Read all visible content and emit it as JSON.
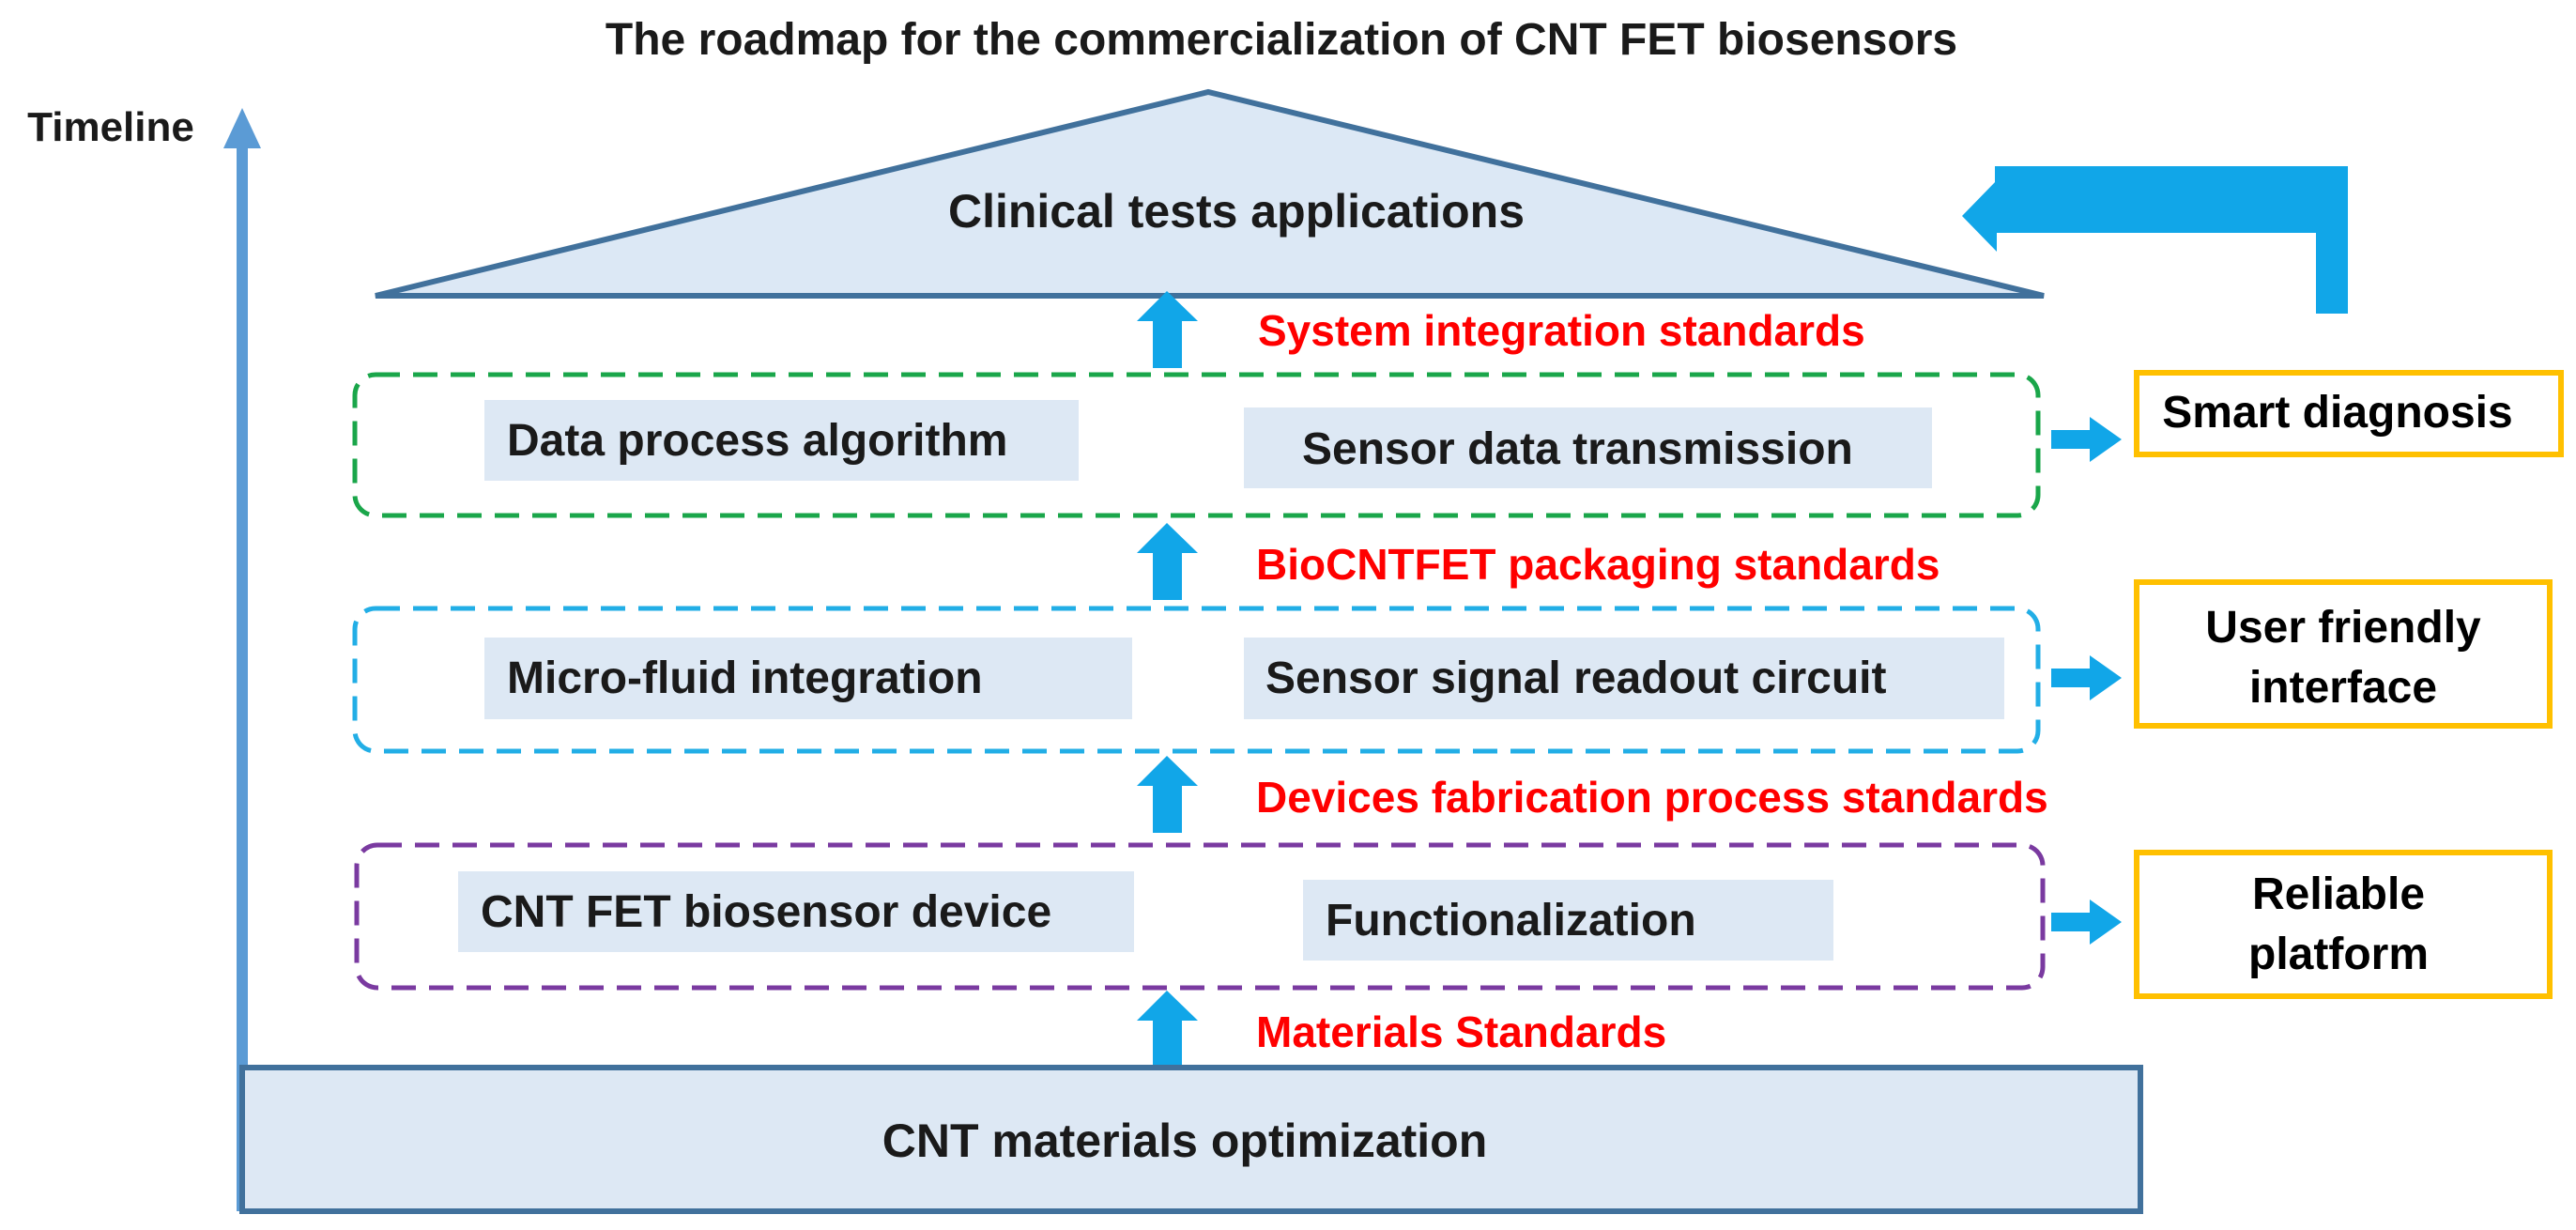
{
  "title": "The roadmap for the commercialization of CNT FET biosensors",
  "timeline_label": "Timeline",
  "roof": {
    "label": "Clinical tests applications"
  },
  "base": {
    "label": "CNT materials optimization"
  },
  "standards": [
    "System integration standards",
    "BioCNTFET packaging standards",
    "Devices fabrication process standards",
    "Materials Standards"
  ],
  "layers": [
    {
      "name": "system-layer",
      "border_color": "#1aa64a",
      "items": [
        "Data process algorithm",
        "Sensor data transmission"
      ]
    },
    {
      "name": "packaging-layer",
      "border_color": "#22aee6",
      "items": [
        "Micro-fluid integration",
        "Sensor signal readout circuit"
      ]
    },
    {
      "name": "device-layer",
      "border_color": "#7a3aa0",
      "items": [
        "CNT FET biosensor device",
        "Functionalization"
      ]
    }
  ],
  "outcomes": [
    {
      "lines": [
        "Smart diagnosis"
      ]
    },
    {
      "lines": [
        "User friendly",
        "interface"
      ]
    },
    {
      "lines": [
        "Reliable",
        "platform"
      ]
    }
  ],
  "colors": {
    "box_fill": "#dde8f4",
    "roof_fill": "#dce8f5",
    "roof_stroke": "#41719c",
    "timeline_axis": "#5b9bd5",
    "arrow_fill": "#11a6e8",
    "outcome_border": "#ffc000",
    "standard_text": "#ff0000"
  }
}
